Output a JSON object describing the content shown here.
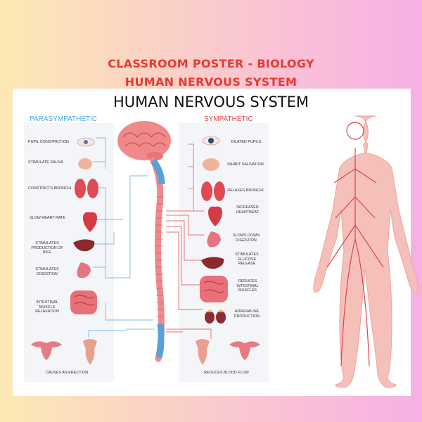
{
  "header": {
    "line1": "CLASSROOM POSTER - BIOLOGY",
    "line2": "HUMAN NERVOUS SYSTEM"
  },
  "poster_title": "HUMAN NERVOUS SYSTEM",
  "parasympathetic": {
    "heading": "PARASYMPATHETIC",
    "heading_color": "#4aa8d8",
    "items": [
      "PUPIL CONSTRICTION",
      "STIMULATE SALIVA",
      "CONSTRICTS BRONCHI",
      "SLOW HEART RATE",
      "STIMULATES PRODUCTION OF BILE",
      "STIMULATES DIGESTION",
      "INTESTINAL MUSCLE RELAXATION",
      "CAUSES AN ERECTION"
    ]
  },
  "sympathetic": {
    "heading": "SYMPATHETIC",
    "heading_color": "#e0474c",
    "items": [
      "DILATED PUPILS",
      "INHIBIT SALIVATION",
      "RELAXES BRONCHI",
      "INCREASED HEARTBEAT",
      "SLOWS DOWN DIGESTION",
      "STIMULATES GLUCOSE RELEASE",
      "REDUCES INTESTINAL MUSCLES",
      "ADRENALINE PRODUCTION",
      "REDUCES BLOOD FLOW"
    ]
  },
  "colors": {
    "title_red": "#e8382f",
    "organ_red": "#d9434a",
    "nerve_pink": "#f08a8a",
    "spine_blue": "#5aa0d8"
  }
}
